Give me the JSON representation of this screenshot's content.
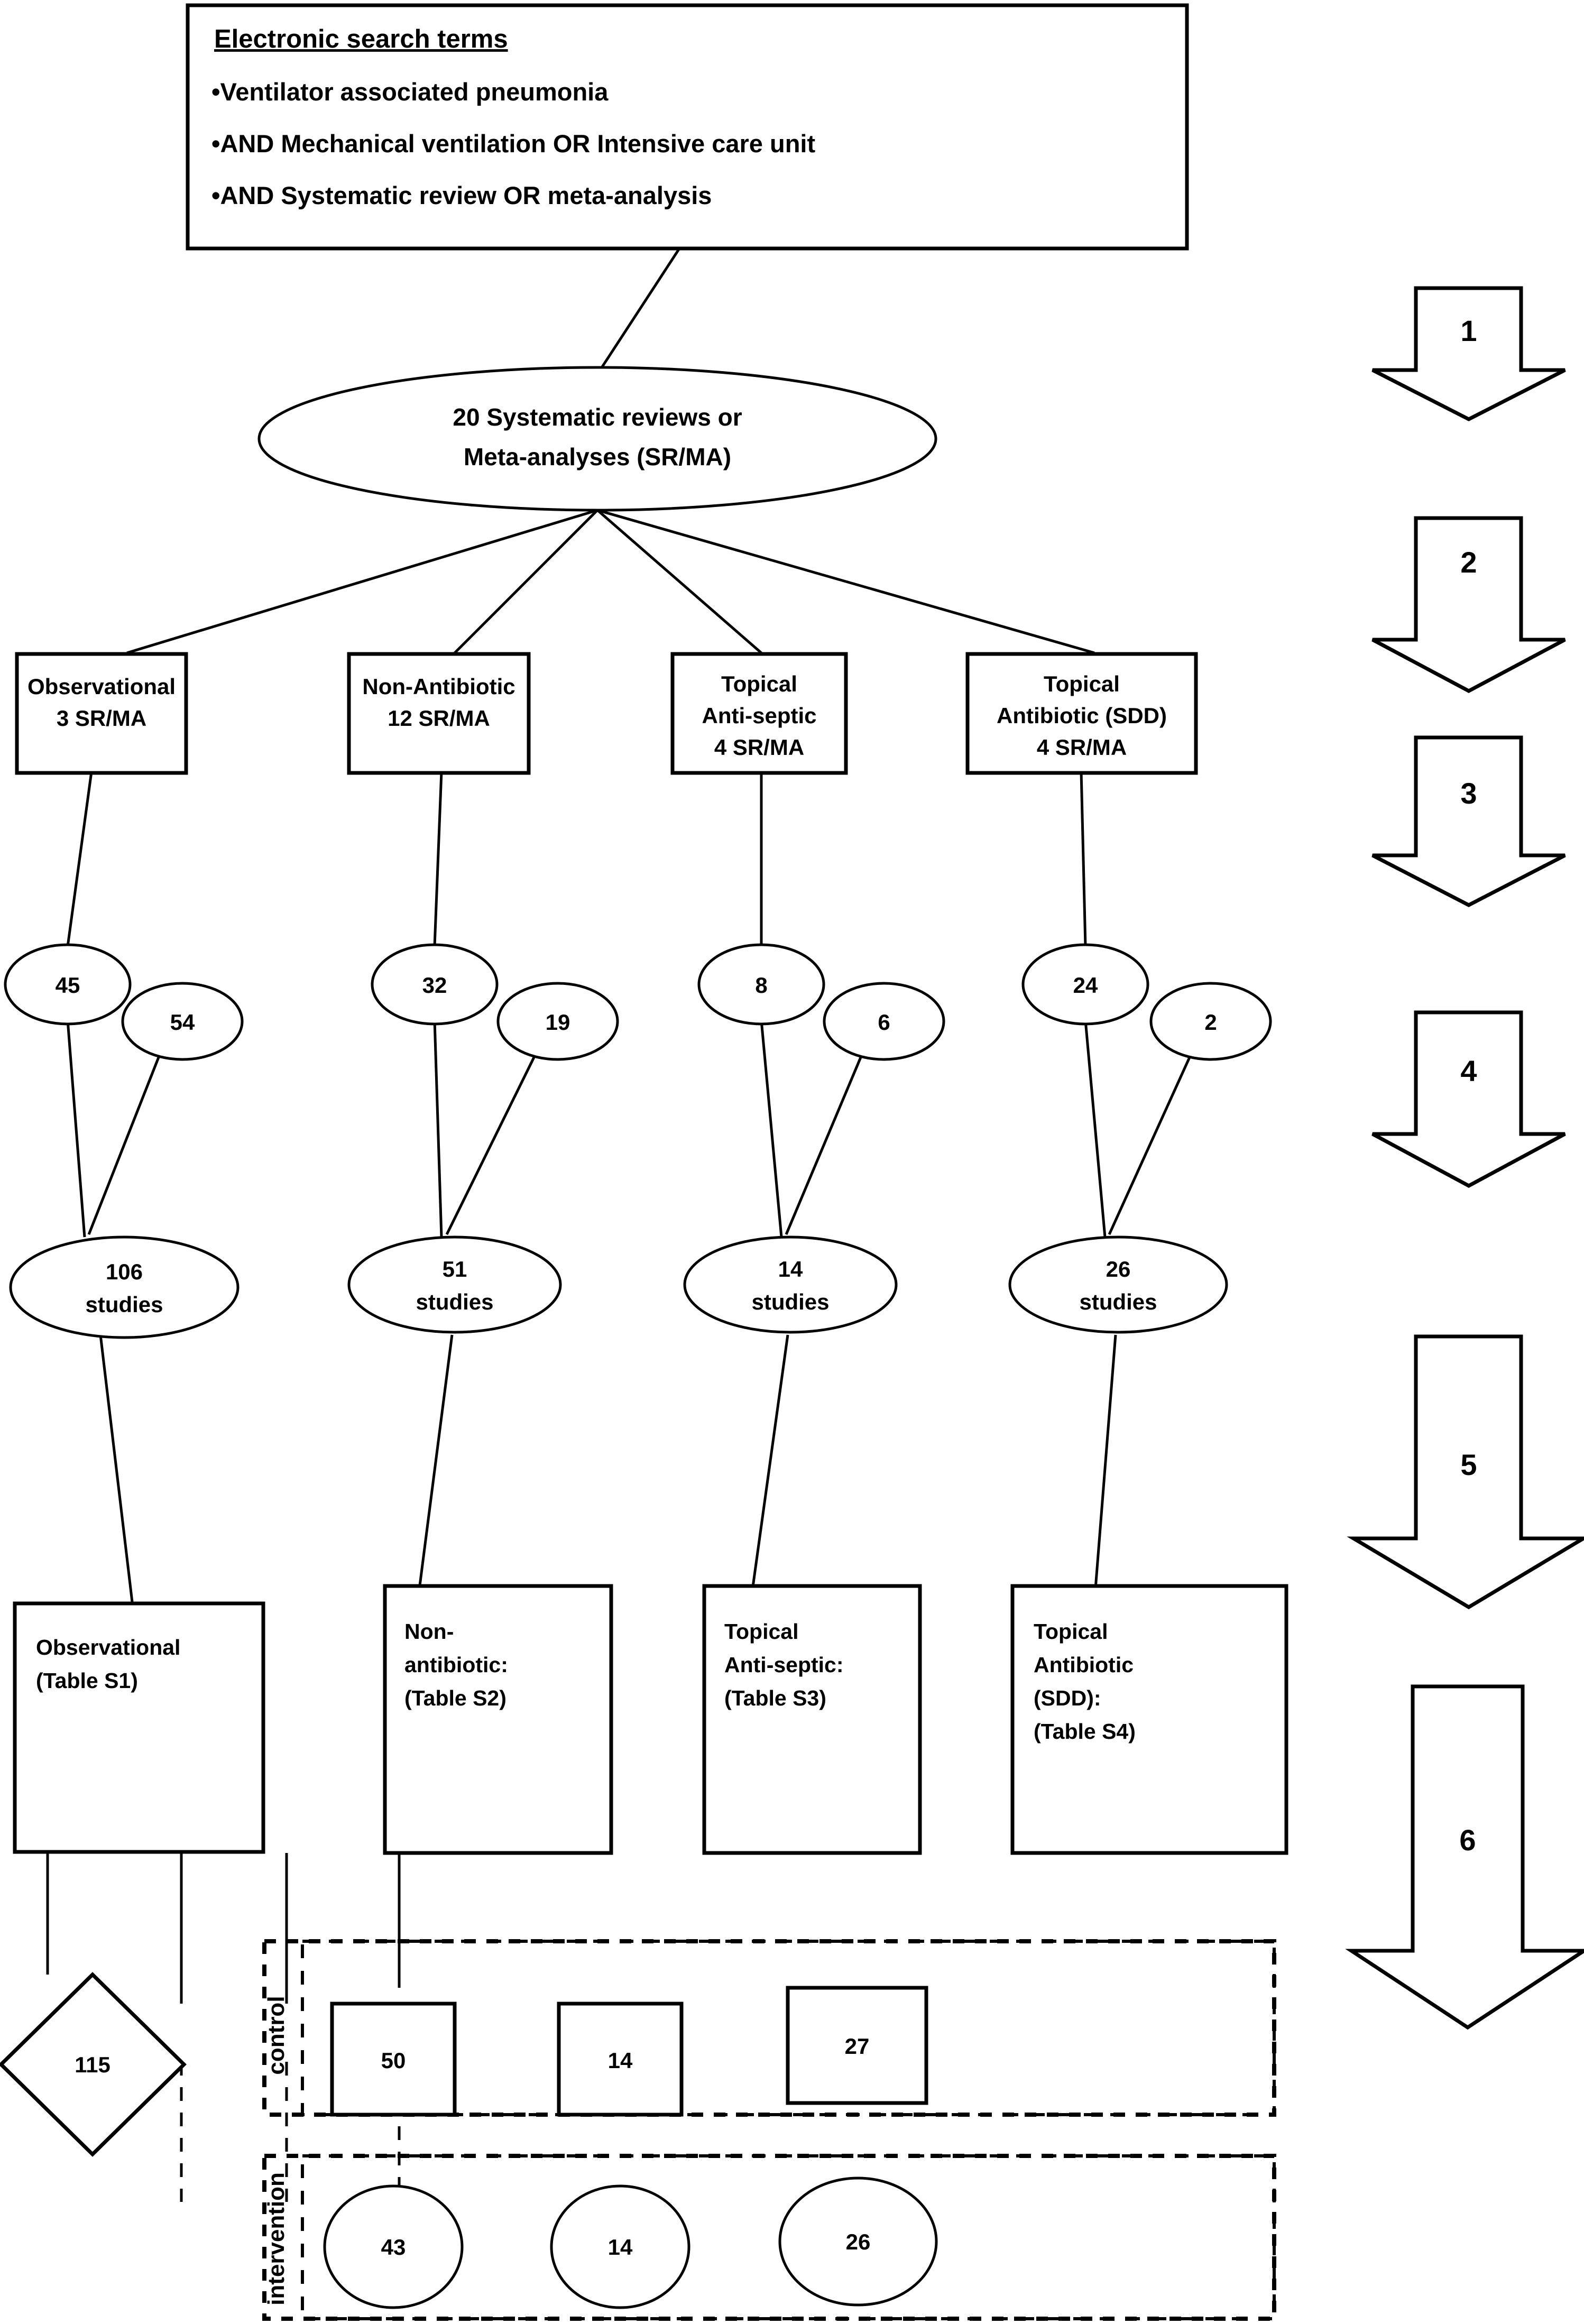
{
  "diagram": {
    "title": "VAP systematic review selection flowchart",
    "search_box": {
      "heading": "Electronic search terms",
      "items": [
        "•Ventilator associated pneumonia",
        "•AND Mechanical ventilation OR Intensive care unit",
        "•AND Systematic review OR meta-analysis"
      ]
    },
    "root_oval": {
      "line1": "20 Systematic reviews or",
      "line2": "Meta-analyses (SR/MA)"
    },
    "category_boxes": [
      {
        "lines": [
          "Observational",
          "3 SR/MA"
        ]
      },
      {
        "lines": [
          "Non-Antibiotic",
          "12 SR/MA"
        ]
      },
      {
        "lines": [
          "Topical",
          "Anti-septic",
          "4 SR/MA"
        ]
      },
      {
        "lines": [
          "Topical",
          "Antibiotic (SDD)",
          "4 SR/MA"
        ]
      }
    ],
    "primary_counts": [
      "45",
      "32",
      "8",
      "24"
    ],
    "secondary_counts": [
      "54",
      "19",
      "6",
      "2"
    ],
    "studies_ovals": [
      {
        "count": "106",
        "label": "studies"
      },
      {
        "count": "51",
        "label": "studies"
      },
      {
        "count": "14",
        "label": "studies"
      },
      {
        "count": "26",
        "label": "studies"
      }
    ],
    "table_boxes": [
      {
        "lines": [
          "Observational",
          "(Table S1)"
        ]
      },
      {
        "lines": [
          "Non-",
          "antibiotic:",
          "(Table S2)"
        ]
      },
      {
        "lines": [
          "Topical",
          "Anti-septic:",
          "(Table S3)"
        ]
      },
      {
        "lines": [
          "Topical",
          "Antibiotic",
          "(SDD):",
          "(Table S4)"
        ]
      }
    ],
    "diamond": {
      "value": "115"
    },
    "control_group": {
      "label": "control",
      "values": [
        "50",
        "14",
        "27"
      ]
    },
    "intervention_group": {
      "label": "intervention",
      "values": [
        "43",
        "14",
        "26"
      ]
    },
    "step_arrows": [
      "1",
      "2",
      "3",
      "4",
      "5",
      "6"
    ]
  },
  "colors": {
    "stroke": "#000000",
    "fill": "#ffffff",
    "background": "#ffffff"
  }
}
